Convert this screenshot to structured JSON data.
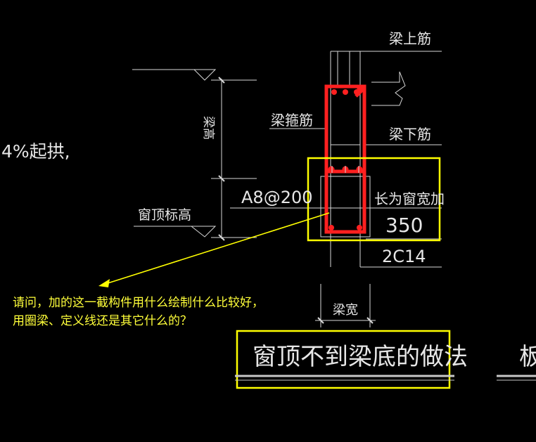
{
  "labels": {
    "beam_top_bar": "梁上筋",
    "beam_stirrup": "梁箍筋",
    "beam_bottom_bar": "梁下筋",
    "beam_height": "梁高",
    "stirrup_spec": "A8@200",
    "length_note": "长为窗宽加",
    "extra_length": "350",
    "bottom_bars": "2C14",
    "window_top_elevation": "窗顶标高",
    "beam_width": "梁宽",
    "left_partial": "4%起拱,",
    "section_title": "窗顶不到梁底的做法",
    "right_partial": "板"
  },
  "question": {
    "line1": "请问，加的这一截构件用什么绘制什么比较好，",
    "line2": "用圈梁、定义线还是其它什么的？"
  },
  "colors": {
    "background": "#000000",
    "rebar": "#ff2020",
    "highlight": "#ffff00",
    "line": "#d8d8d8",
    "text": "#e6e6e6"
  }
}
